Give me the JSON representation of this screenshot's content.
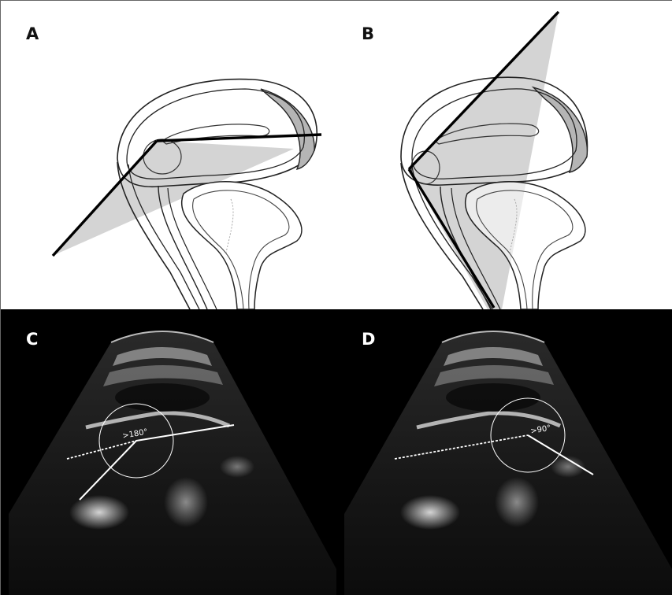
{
  "panels": [
    {
      "label": "A"
    },
    {
      "label": "B"
    },
    {
      "label": "C",
      "angle_label": ">180°"
    },
    {
      "label": "D",
      "angle_label": ">90°"
    }
  ],
  "colors": {
    "diagram_background": "#ffffff",
    "ultrasound_background": "#000000",
    "shadow": "#d0d0d0",
    "membrane_fill": "#b5b5b5",
    "outline": "#222222",
    "measurement_line": "#ffffff"
  }
}
